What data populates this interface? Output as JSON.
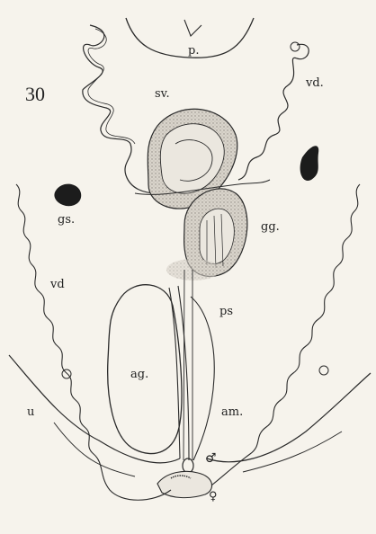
{
  "figure": {
    "number": "30",
    "colors": {
      "ink": "#2a2a2a",
      "stipple": "#b9b4ab",
      "background": "#f6f3ec"
    },
    "labels": {
      "p": "p.",
      "sv": "sv.",
      "vd_right": "vd.",
      "gs": "gs.",
      "gg": "gg.",
      "vd_left": "vd",
      "ps": "ps",
      "ag": "ag.",
      "am": "am.",
      "u": "u",
      "male_symbol": "♂",
      "female_symbol": "♀"
    }
  }
}
